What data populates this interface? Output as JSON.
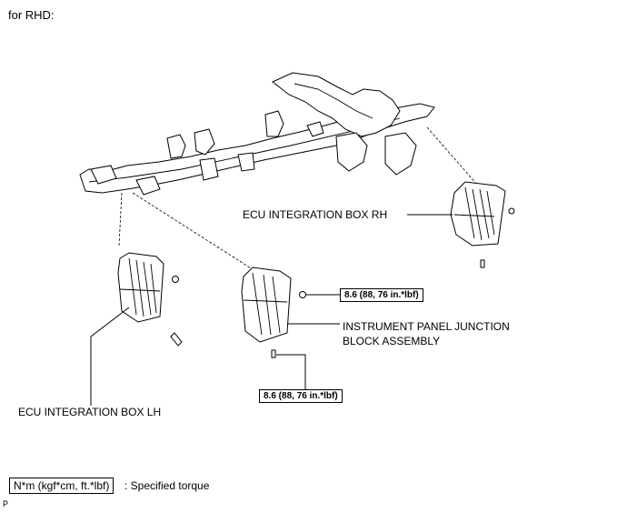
{
  "heading": "for RHD:",
  "labels": {
    "ecu_rh": "ECU INTEGRATION BOX RH",
    "ecu_lh": "ECU INTEGRATION BOX LH",
    "junction_line1": "INSTRUMENT PANEL JUNCTION",
    "junction_line2": "BLOCK ASSEMBLY"
  },
  "torque": {
    "upper": "8.6 (88, 76 in.*lbf)",
    "lower": "8.6 (88, 76 in.*lbf)"
  },
  "legend": {
    "box": "N*m (kgf*cm, ft.*lbf)",
    "text": ": Specified torque"
  },
  "corner_mark": "P"
}
